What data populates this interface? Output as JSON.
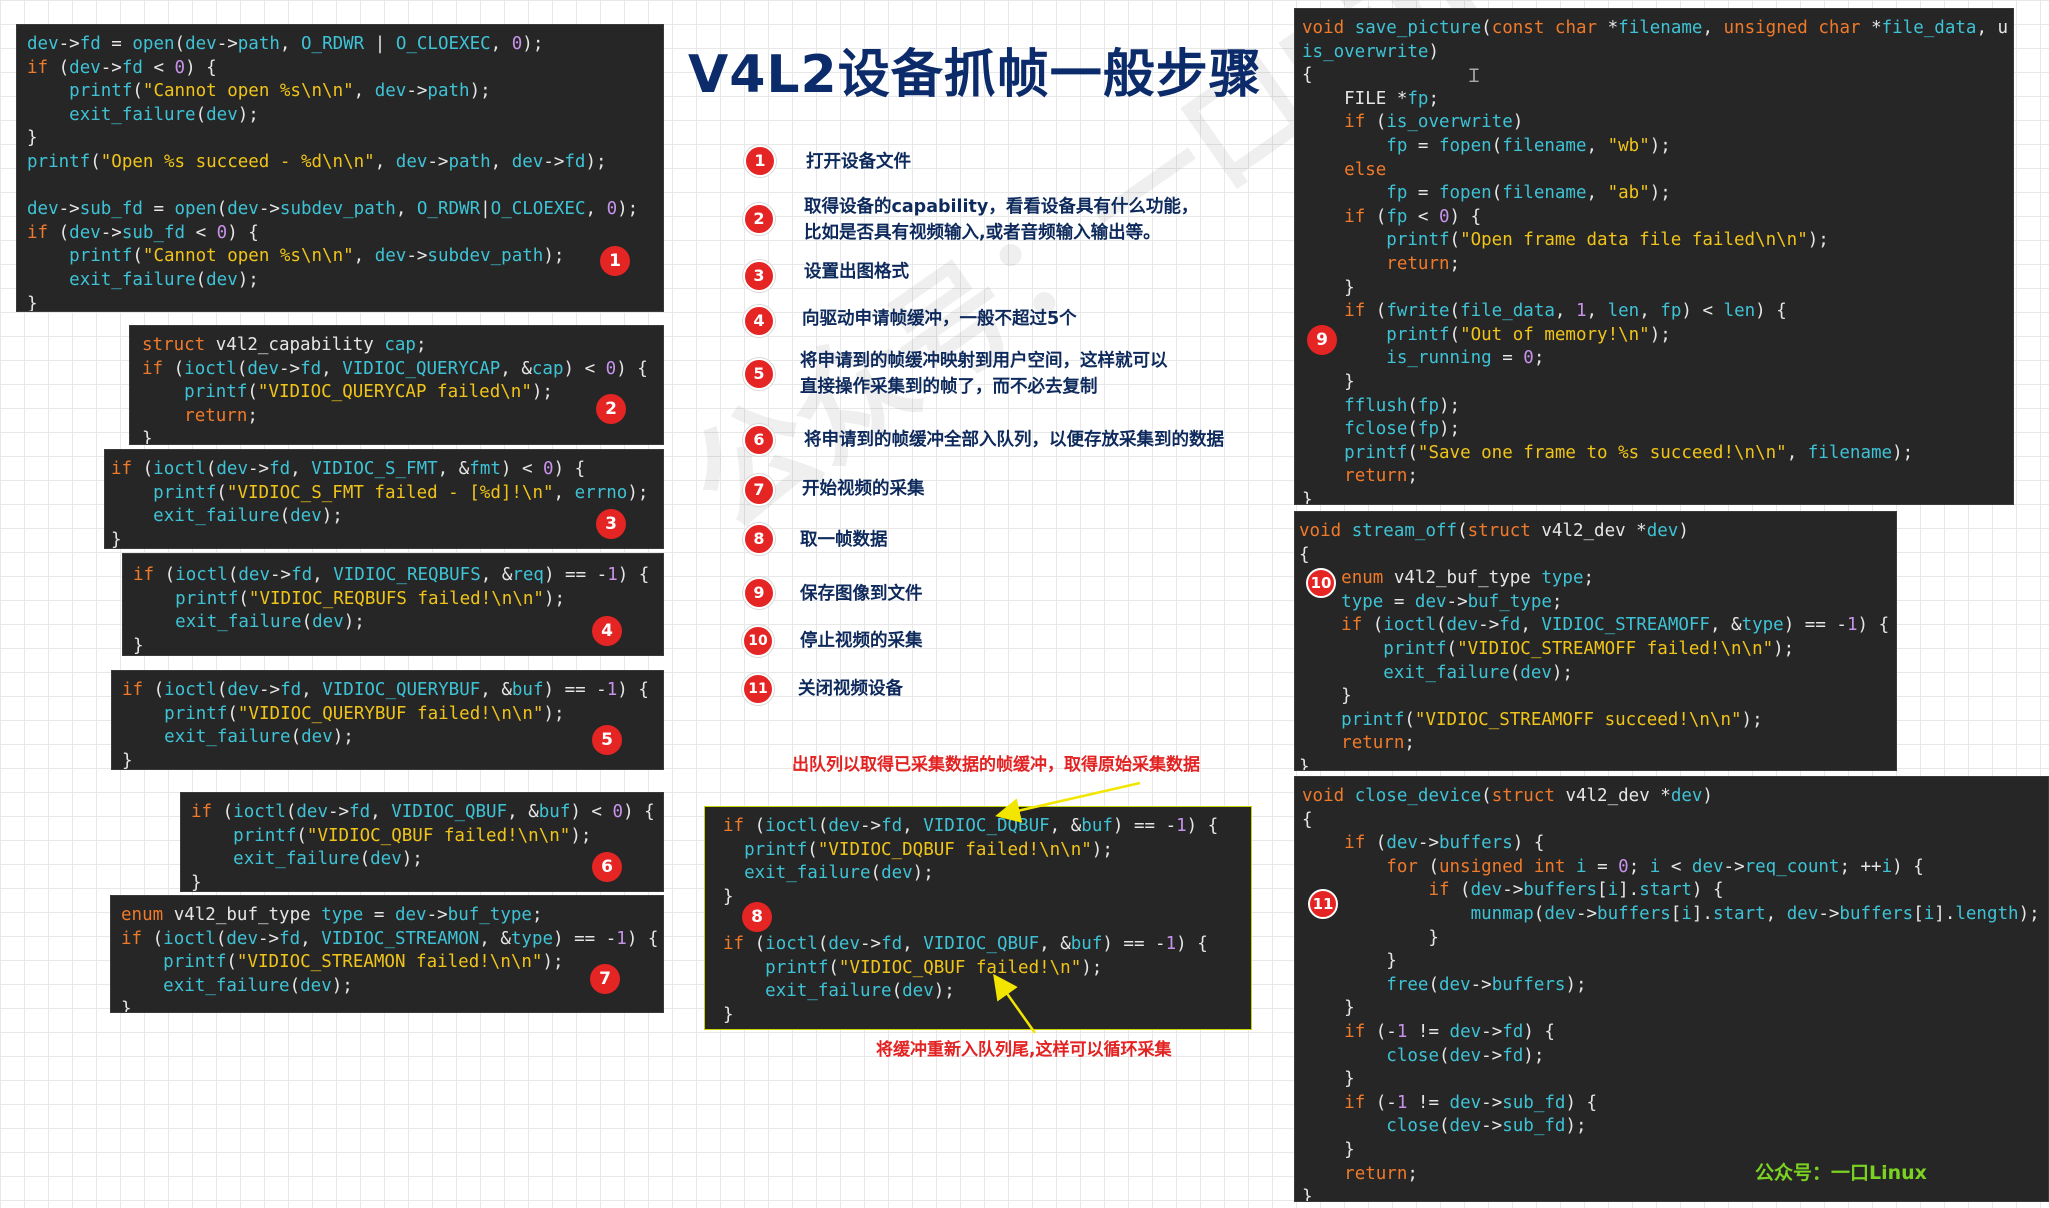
{
  "title": "V4L2设备抓帧一般步骤",
  "watermark": "公众号：一口Linux",
  "footer": "公众号：一口Linux",
  "steps": [
    {
      "num": "1",
      "text": "打开设备文件"
    },
    {
      "num": "2",
      "text": "取得设备的capability，看看设备具有什么功能，",
      "text2": "比如是否具有视频输入,或者音频输入输出等。"
    },
    {
      "num": "3",
      "text": "设置出图格式"
    },
    {
      "num": "4",
      "text": "向驱动申请帧缓冲，一般不超过5个"
    },
    {
      "num": "5",
      "text": "将申请到的帧缓冲映射到用户空间，这样就可以",
      "text2": "直接操作采集到的帧了，而不必去复制"
    },
    {
      "num": "6",
      "text": "将申请到的帧缓冲全部入队列，以便存放采集到的数据"
    },
    {
      "num": "7",
      "text": "开始视频的采集"
    },
    {
      "num": "8",
      "text": "取一帧数据"
    },
    {
      "num": "9",
      "text": "保存图像到文件"
    },
    {
      "num": "10",
      "text": "停止视频的采集"
    },
    {
      "num": "11",
      "text": "关闭视频设备"
    }
  ],
  "annotations": {
    "dqbuf": "出队列以取得已采集数据的帧缓冲，取得原始采集数据",
    "qbuf": "将缓冲重新入队列尾,这样可以循环采集"
  },
  "code_blocks": {
    "b1": [
      "dev->fd = open(dev->path, O_RDWR | O_CLOEXEC, 0);",
      "if (dev->fd < 0) {",
      "    printf(\"Cannot open %s\\n\\n\", dev->path);",
      "    exit_failure(dev);",
      "}",
      "printf(\"Open %s succeed - %d\\n\\n\", dev->path, dev->fd);",
      "",
      "dev->sub_fd = open(dev->subdev_path, O_RDWR|O_CLOEXEC, 0);",
      "if (dev->sub_fd < 0) {",
      "    printf(\"Cannot open %s\\n\\n\", dev->subdev_path);",
      "    exit_failure(dev);",
      "}"
    ],
    "b2": [
      "struct v4l2_capability cap;",
      "if (ioctl(dev->fd, VIDIOC_QUERYCAP, &cap) < 0) {",
      "    printf(\"VIDIOC_QUERYCAP failed\\n\");",
      "    return;",
      "}"
    ],
    "b3": [
      "if (ioctl(dev->fd, VIDIOC_S_FMT, &fmt) < 0) {",
      "    printf(\"VIDIOC_S_FMT failed - [%d]!\\n\", errno);",
      "    exit_failure(dev);",
      "}"
    ],
    "b4": [
      "if (ioctl(dev->fd, VIDIOC_REQBUFS, &req) == -1) {",
      "    printf(\"VIDIOC_REQBUFS failed!\\n\\n\");",
      "    exit_failure(dev);",
      "}"
    ],
    "b5": [
      "if (ioctl(dev->fd, VIDIOC_QUERYBUF, &buf) == -1) {",
      "    printf(\"VIDIOC_QUERYBUF failed!\\n\\n\");",
      "    exit_failure(dev);",
      "}"
    ],
    "b6": [
      "if (ioctl(dev->fd, VIDIOC_QBUF, &buf) < 0) {",
      "    printf(\"VIDIOC_QBUF failed!\\n\\n\");",
      "    exit_failure(dev);",
      "}"
    ],
    "b7": [
      "enum v4l2_buf_type type = dev->buf_type;",
      "if (ioctl(dev->fd, VIDIOC_STREAMON, &type) == -1) {",
      "    printf(\"VIDIOC_STREAMON failed!\\n\\n\");",
      "    exit_failure(dev);",
      "}"
    ],
    "b8": [
      "if (ioctl(dev->fd, VIDIOC_DQBUF, &buf) == -1) {",
      "  printf(\"VIDIOC_DQBUF failed!\\n\\n\");",
      "  exit_failure(dev);",
      "}",
      "",
      "if (ioctl(dev->fd, VIDIOC_QBUF, &buf) == -1) {",
      "    printf(\"VIDIOC_QBUF failed!\\n\");",
      "    exit_failure(dev);",
      "}"
    ],
    "b9": [
      "void save_picture(const char *filename, unsigned char *file_data, u",
      "is_overwrite)",
      "{",
      "    FILE *fp;",
      "    if (is_overwrite)",
      "        fp = fopen(filename, \"wb\");",
      "    else",
      "        fp = fopen(filename, \"ab\");",
      "    if (fp < 0) {",
      "        printf(\"Open frame data file failed\\n\\n\");",
      "        return;",
      "    }",
      "    if (fwrite(file_data, 1, len, fp) < len) {",
      "        printf(\"Out of memory!\\n\");",
      "        is_running = 0;",
      "    }",
      "    fflush(fp);",
      "    fclose(fp);",
      "    printf(\"Save one frame to %s succeed!\\n\\n\", filename);",
      "    return;",
      "}"
    ],
    "b10": [
      "void stream_off(struct v4l2_dev *dev)",
      "{",
      "    enum v4l2_buf_type type;",
      "    type = dev->buf_type;",
      "    if (ioctl(dev->fd, VIDIOC_STREAMOFF, &type) == -1) {",
      "        printf(\"VIDIOC_STREAMOFF failed!\\n\\n\");",
      "        exit_failure(dev);",
      "    }",
      "    printf(\"VIDIOC_STREAMOFF succeed!\\n\\n\");",
      "    return;",
      "}"
    ],
    "b11": [
      "void close_device(struct v4l2_dev *dev)",
      "{",
      "    if (dev->buffers) {",
      "        for (unsigned int i = 0; i < dev->req_count; ++i) {",
      "            if (dev->buffers[i].start) {",
      "                munmap(dev->buffers[i].start, dev->buffers[i].length);",
      "            }",
      "        }",
      "        free(dev->buffers);",
      "    }",
      "    if (-1 != dev->fd) {",
      "        close(dev->fd);",
      "    }",
      "    if (-1 != dev->sub_fd) {",
      "        close(dev->sub_fd);",
      "    }",
      "    return;",
      "}"
    ]
  },
  "colors": {
    "keyword": "#f07a2a",
    "ident": "#3ec3d6",
    "string": "#f0c419",
    "number": "#c792ea",
    "badge": "#e52424",
    "title": "#0b2b6b"
  }
}
